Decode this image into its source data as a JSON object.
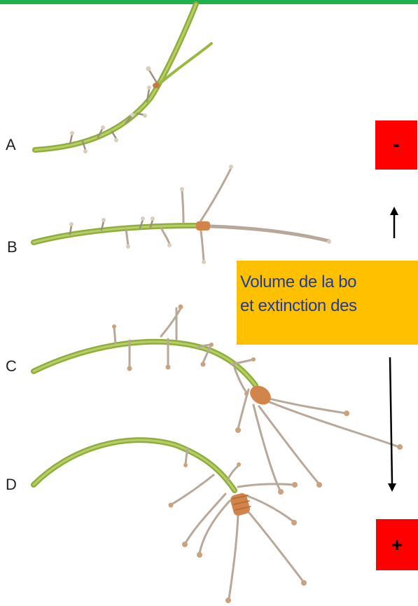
{
  "colors": {
    "top_bar": "#1db04b",
    "sign_box": "#ff0000",
    "caption_bg": "#ffc000",
    "caption_text": "#1f3b9c",
    "stem": "#9bb845",
    "tendril": "#b8a89a",
    "seed_head": "#c97a40"
  },
  "stages": [
    {
      "label": "A"
    },
    {
      "label": "B"
    },
    {
      "label": "C"
    },
    {
      "label": "D"
    }
  ],
  "scale": {
    "top_sign": "-",
    "bottom_sign": "+"
  },
  "caption": {
    "line1": "Volume de la bo",
    "line2": "et extinction des"
  }
}
